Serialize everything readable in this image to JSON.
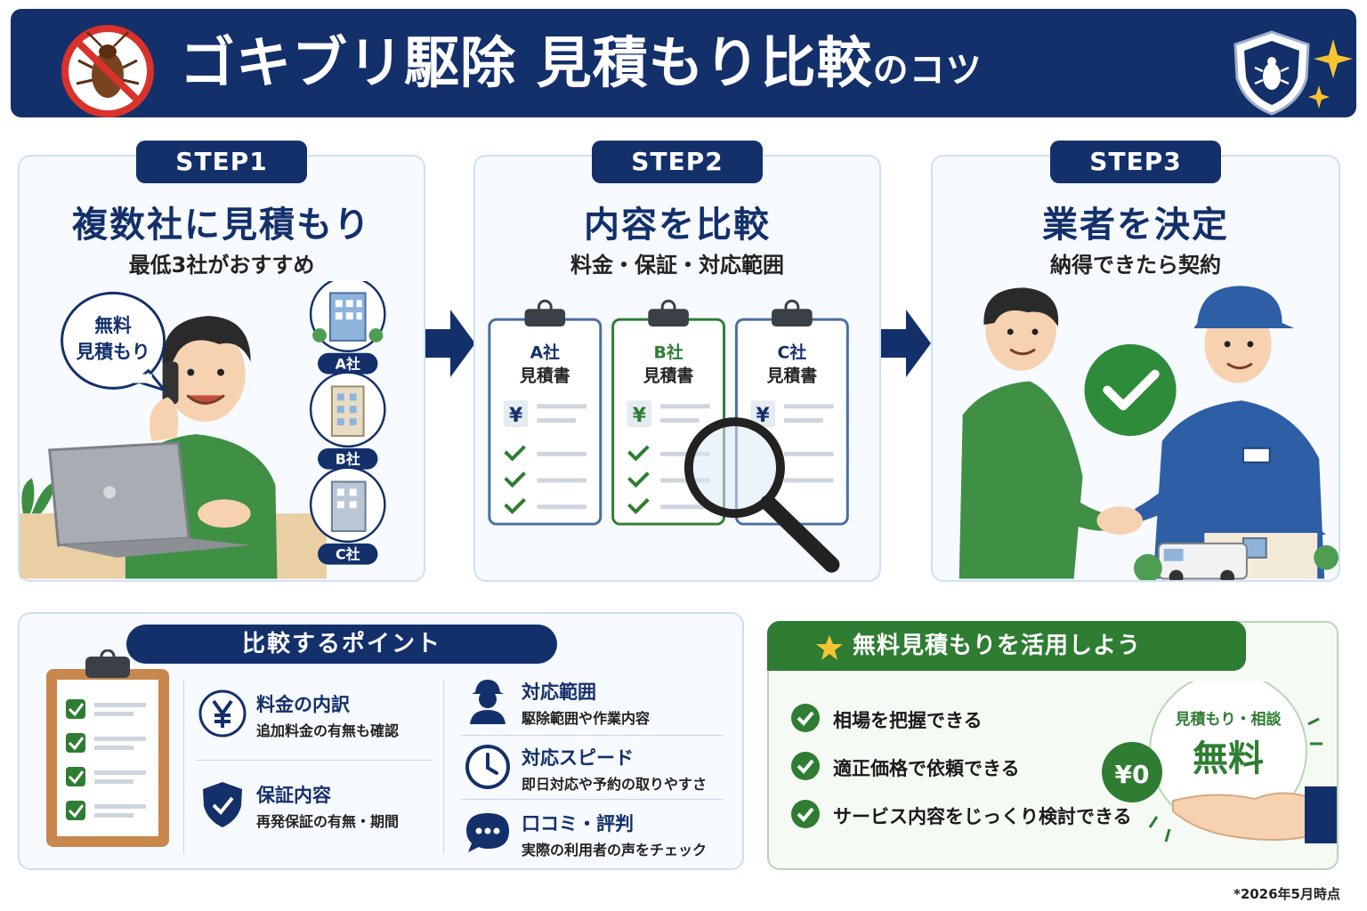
{
  "header": {
    "title_main": "ゴキブリ駆除 見積もり比較",
    "title_suffix": "のコツ"
  },
  "steps": [
    {
      "tag": "STEP1",
      "title": "複数社に見積もり",
      "subtitle": "最低3社がおすすめ",
      "bubble_line1": "無料",
      "bubble_line2": "見積もり",
      "companies": [
        "A社",
        "B社",
        "C社"
      ]
    },
    {
      "tag": "STEP2",
      "title": "内容を比較",
      "subtitle": "料金・保証・対応範囲",
      "quotes": [
        {
          "company": "A社",
          "doc": "見積書"
        },
        {
          "company": "B社",
          "doc": "見積書"
        },
        {
          "company": "C社",
          "doc": "見積書"
        }
      ],
      "yen_symbol": "¥"
    },
    {
      "tag": "STEP3",
      "title": "業者を決定",
      "subtitle": "納得できたら契約"
    }
  ],
  "comparison": {
    "heading": "比較するポイント",
    "points": [
      {
        "icon": "yen-icon",
        "title": "料金の内訳",
        "desc": "追加料金の有無も確認"
      },
      {
        "icon": "shield-check-icon",
        "title": "保証内容",
        "desc": "再発保証の有無・期間"
      },
      {
        "icon": "worker-icon",
        "title": "対応範囲",
        "desc": "駆除範囲や作業内容"
      },
      {
        "icon": "clock-icon",
        "title": "対応スピード",
        "desc": "即日対応や予約の取りやすさ"
      },
      {
        "icon": "chat-icon",
        "title": "口コミ・評判",
        "desc": "実際の利用者の声をチェック"
      }
    ]
  },
  "free_quote": {
    "heading": "無料見積もりを活用しよう",
    "benefits": [
      "相場を把握できる",
      "適正価格で依頼できる",
      "サービス内容をじっくり検討できる"
    ],
    "badge_top": "見積もり・相談",
    "badge_main": "無料",
    "coin": "¥0"
  },
  "footnote": "*2026年5月時点",
  "colors": {
    "navy": "#13306b",
    "green": "#2e7d32",
    "panel_bg": "#f7faff"
  }
}
